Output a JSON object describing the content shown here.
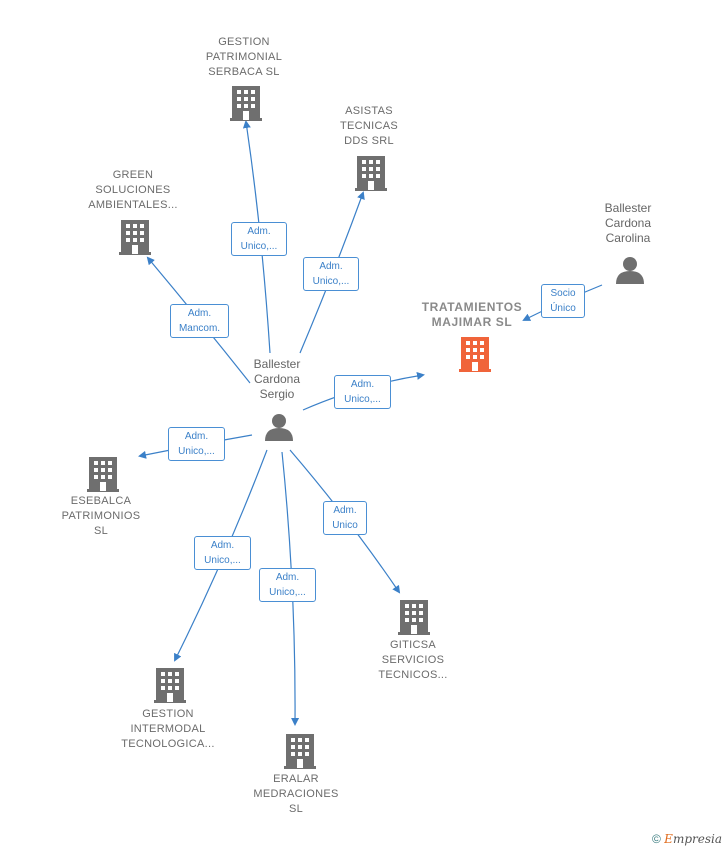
{
  "colors": {
    "edge": "#3b80c8",
    "building": "#6f6f6f",
    "focus_building": "#f0643a",
    "person": "#6f6f6f"
  },
  "nodes": {
    "gestion_patrimonial": {
      "label": "GESTION\nPATRIMONIAL\nSERBACA SL",
      "icon": "building-icon"
    },
    "asistas": {
      "label": "ASISTAS\nTECNICAS\nDDS SRL",
      "icon": "building-icon"
    },
    "green": {
      "label": "GREEN\nSOLUCIONES\nAMBIENTALES...",
      "icon": "building-icon"
    },
    "carolina": {
      "label": "Ballester\nCardona\nCarolina",
      "icon": "person-icon"
    },
    "tratamientos": {
      "label": "TRATAMIENTOS\nMAJIMAR  SL",
      "icon": "building-icon"
    },
    "sergio": {
      "label": "Ballester\nCardona\nSergio",
      "icon": "person-icon"
    },
    "esebalca": {
      "label": "ESEBALCA\nPATRIMONIOS\nSL",
      "icon": "building-icon"
    },
    "giticsa": {
      "label": "GITICSA\nSERVICIOS\nTECNICOS...",
      "icon": "building-icon"
    },
    "gestion_intermodal": {
      "label": "GESTION\nINTERMODAL\nTECNOLOGICA...",
      "icon": "building-icon"
    },
    "eralar": {
      "label": "ERALAR\nMEDRACIONES\nSL",
      "icon": "building-icon"
    }
  },
  "edges": {
    "e_gestion_patrimonial": "Adm.\nUnico,...",
    "e_asistas": "Adm.\nUnico,...",
    "e_green": "Adm.\nMancom.",
    "e_carolina": "Socio\nÚnico",
    "e_tratamientos": "Adm.\nUnico,...",
    "e_esebalca": "Adm.\nUnico,...",
    "e_giticsa": "Adm.\nUnico",
    "e_gestion_intermodal": "Adm.\nUnico,...",
    "e_eralar": "Adm.\nUnico,..."
  },
  "footer": {
    "copyright": "©",
    "brand_initial": "E",
    "brand_rest": "mpresia"
  }
}
